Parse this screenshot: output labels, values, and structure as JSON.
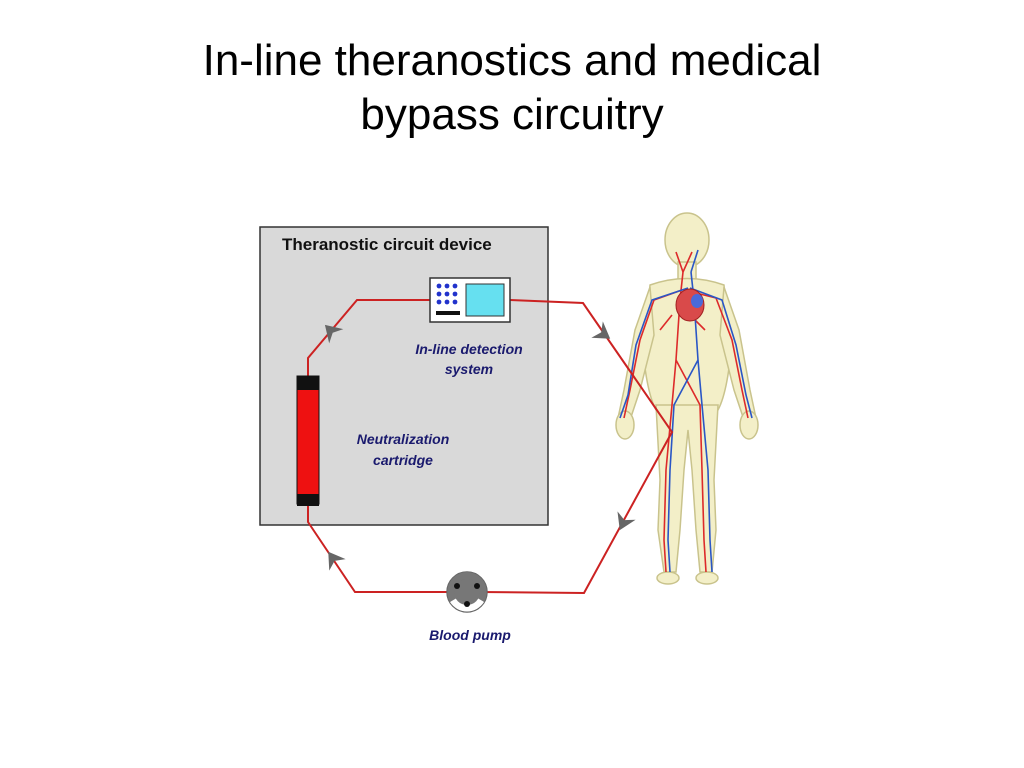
{
  "slide": {
    "title_line1": "In-line theranostics and medical",
    "title_line2": "bypass circuitry"
  },
  "diagram": {
    "device_box_label": "Theranostic circuit device",
    "detection_label_line1": "In-line detection",
    "detection_label_line2": "system",
    "cartridge_label_line1": "Neutralization",
    "cartridge_label_line2": "cartridge",
    "pump_label": "Blood pump"
  },
  "colors": {
    "tubing": "#cc2222",
    "device_box": "#d9d9d9",
    "cartridge": "#ee1111",
    "screen": "#66e0f0",
    "label_blue": "#1a1a6e"
  },
  "icons": [
    "human-circulatory-system-figure",
    "blood-pump-icon",
    "flow-arrow-icon",
    "detection-monitor-icon"
  ]
}
